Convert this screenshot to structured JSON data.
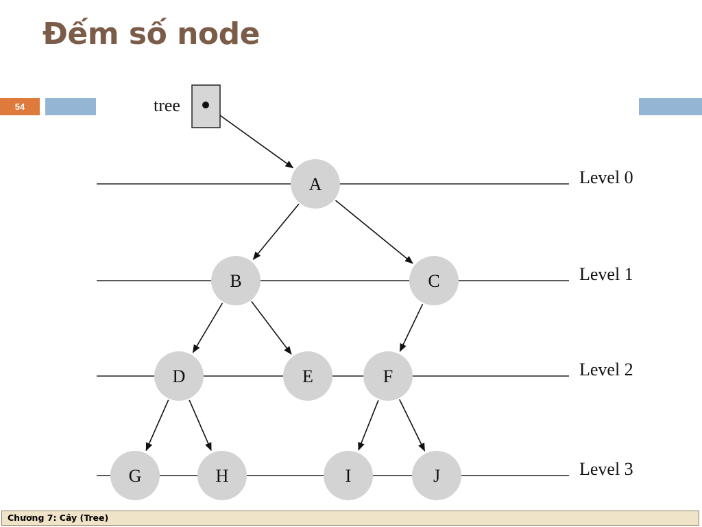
{
  "slide": {
    "title": "Đếm số node",
    "number": "54",
    "footer": "Chương 7: Cây (Tree)"
  },
  "diagram": {
    "pointer_label": "tree",
    "levels": [
      "Level 0",
      "Level 1",
      "Level 2",
      "Level 3"
    ],
    "nodes": [
      {
        "id": "A",
        "level": 0
      },
      {
        "id": "B",
        "level": 1
      },
      {
        "id": "C",
        "level": 1
      },
      {
        "id": "D",
        "level": 2
      },
      {
        "id": "E",
        "level": 2
      },
      {
        "id": "F",
        "level": 2
      },
      {
        "id": "G",
        "level": 3
      },
      {
        "id": "H",
        "level": 3
      },
      {
        "id": "I",
        "level": 3
      },
      {
        "id": "J",
        "level": 3
      }
    ],
    "edges": [
      [
        "tree",
        "A"
      ],
      [
        "A",
        "B"
      ],
      [
        "A",
        "C"
      ],
      [
        "B",
        "D"
      ],
      [
        "B",
        "E"
      ],
      [
        "C",
        "F"
      ],
      [
        "D",
        "G"
      ],
      [
        "D",
        "H"
      ],
      [
        "F",
        "I"
      ],
      [
        "F",
        "J"
      ]
    ],
    "colors": {
      "node_fill": "#d3d3d3",
      "pointer_box": "#d6d6d6",
      "title": "#7b5c48",
      "slide_number_bg": "#de7b3c",
      "accent_bar": "#95b5d4",
      "footer_bg": "#f0e4c8"
    }
  }
}
